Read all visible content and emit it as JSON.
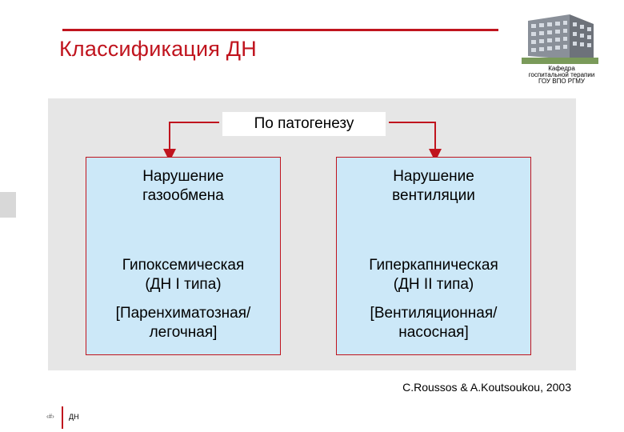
{
  "slide": {
    "title": "Классификация ДН",
    "dept_lines": [
      "Кафедра",
      "госпитальной терапии",
      "ГОУ ВПО РГМУ"
    ],
    "header": "По патогенезу",
    "left_box": {
      "line1": [
        "Нарушение",
        "газообмена"
      ],
      "line2": [
        "Гипоксемическая",
        "(ДН I типа)"
      ],
      "line3": [
        "[Паренхиматозная/",
        "легочная]"
      ]
    },
    "right_box": {
      "line1": [
        "Нарушение",
        "вентиляции"
      ],
      "line2": [
        "Гиперкапническая",
        "(ДН II типа)"
      ],
      "line3": [
        "[Вентиляционная/",
        "насосная]"
      ]
    },
    "citation": "C.Roussos & A.Koutsoukou, 2003",
    "footer_num": "‹#›",
    "footer_label": "ДН"
  },
  "colors": {
    "accent": "#c0141e",
    "box_fill": "#cce8f8",
    "panel": "#e6e6e6"
  },
  "icons": {
    "logo": "building-photo-icon"
  }
}
